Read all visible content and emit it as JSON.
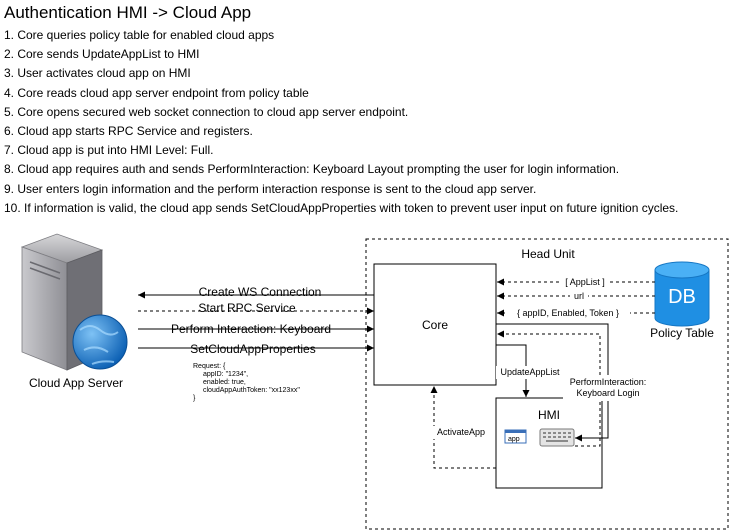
{
  "title": "Authentication HMI -> Cloud App",
  "steps": [
    "1. Core queries policy table for enabled cloud apps",
    "2. Core sends UpdateAppList to HMI",
    "3. User activates cloud app on HMI",
    "4. Core reads cloud app server endpoint from policy table",
    "5. Core opens secured web socket connection to cloud app server endpoint.",
    "6. Cloud app starts RPC Service and registers.",
    "7. Cloud app is put into HMI Level: Full.",
    "8. Cloud app requires auth and sends PerformInteraction: Keyboard Layout prompting the user for login information.",
    "9. User enters login information and the perform interaction response is sent to the cloud app server.",
    "10. If information is valid, the cloud app sends SetCloudAppProperties with token to prevent user input on future ignition cycles."
  ],
  "diagram": {
    "head_unit": "Head Unit",
    "core": "Core",
    "hmi": "HMI",
    "server_label": "Cloud App Server",
    "policy_table": "Policy Table",
    "db_label": "DB",
    "app_icon_label": "app",
    "arrows": {
      "create_ws": "Create WS Connection",
      "start_rpc": "Start RPC Service",
      "perform_interaction": "Perform Interaction: Keyboard",
      "set_cloud": "SetCloudAppProperties",
      "applist": "[ AppList ]",
      "url": "url",
      "app_fields": "{ appID, Enabled, Token }",
      "update_applist": "UpdateAppList",
      "activate_app": "ActivateApp",
      "perform_interaction_hmi_1": "PerformInteraction:",
      "perform_interaction_hmi_2": "Keyboard Login"
    },
    "request": [
      "Request: {",
      "appID: \"1234\",",
      "enabled: true,",
      "cloudAppAuthToken: \"xx123xx\"",
      "}"
    ]
  }
}
